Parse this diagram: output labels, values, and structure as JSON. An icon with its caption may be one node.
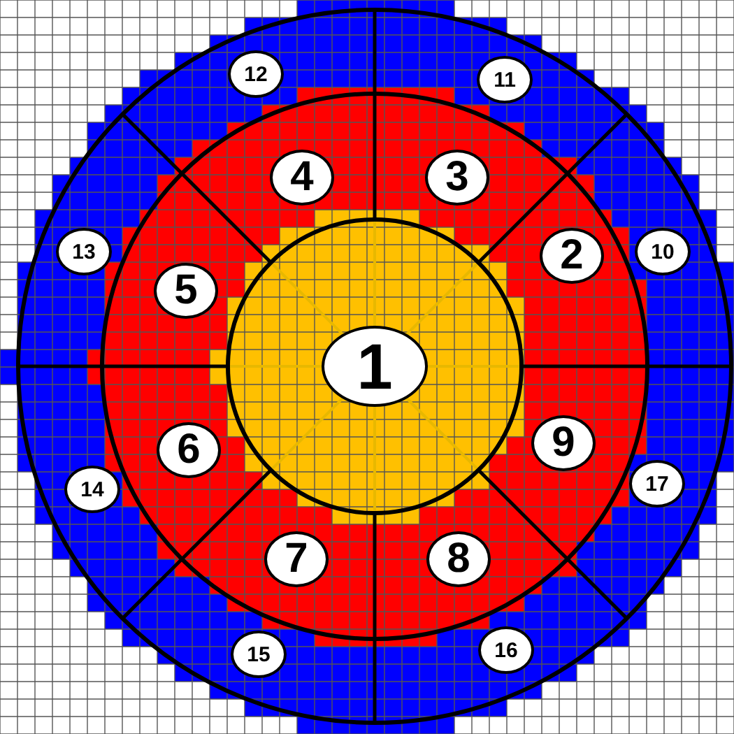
{
  "diagram": {
    "nodes": [
      {
        "text": [
          "12"
        ]
      },
      {
        "text": [
          "11"
        ]
      },
      {
        "text": [
          "4"
        ]
      },
      {
        "text": [
          "3"
        ]
      },
      {
        "text": [
          "13"
        ]
      },
      {
        "text": [
          "10"
        ]
      },
      {
        "text": [
          "5"
        ]
      },
      {
        "text": [
          "2"
        ]
      },
      {
        "text": [
          "1"
        ]
      },
      {
        "text": [
          "6"
        ]
      },
      {
        "text": [
          "9"
        ]
      },
      {
        "text": [
          "14"
        ]
      },
      {
        "text": [
          "17"
        ]
      },
      {
        "text": [
          "7"
        ]
      },
      {
        "text": [
          "8"
        ]
      },
      {
        "text": [
          "15"
        ]
      },
      {
        "text": [
          "16"
        ]
      }
    ]
  }
}
